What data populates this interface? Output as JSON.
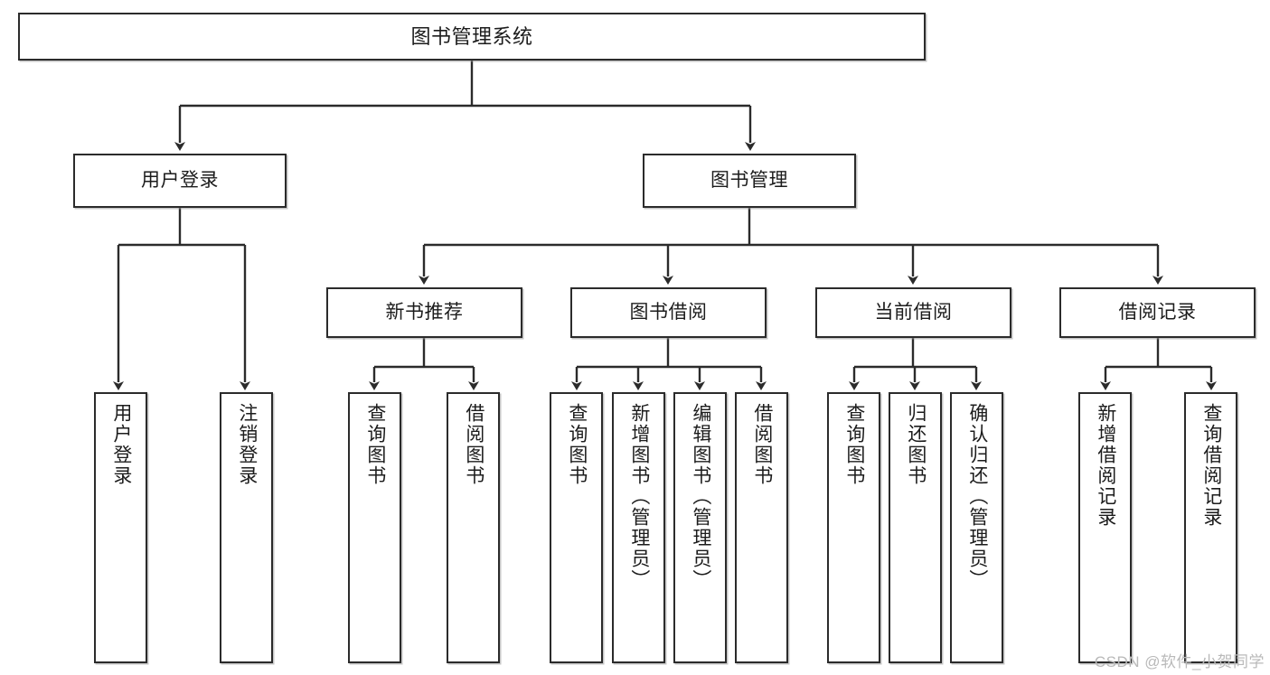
{
  "diagram": {
    "title": "图书管理系统",
    "type": "tree-hierarchy",
    "watermark": "CSDN @软件_小贺同学",
    "colors": {
      "box_border": "#2b2b2b",
      "box_fill": "#ffffff",
      "edge": "#2b2b2b",
      "background": "#ffffff",
      "watermark": "#b9b9b9"
    }
  },
  "root": {
    "label": "图书管理系统"
  },
  "level1": [
    {
      "id": "user-login",
      "label": "用户登录"
    },
    {
      "id": "book-manage",
      "label": "图书管理"
    }
  ],
  "level2": [
    {
      "id": "new-book-recommend",
      "label": "新书推荐",
      "parent": "book-manage"
    },
    {
      "id": "book-borrow",
      "label": "图书借阅",
      "parent": "book-manage"
    },
    {
      "id": "current-borrow",
      "label": "当前借阅",
      "parent": "book-manage"
    },
    {
      "id": "borrow-record",
      "label": "借阅记录",
      "parent": "book-manage"
    }
  ],
  "leaves": {
    "user_login": [
      {
        "id": "leaf-user-login",
        "label": "用户登录"
      },
      {
        "id": "leaf-logout-login",
        "label": "注销登录"
      }
    ],
    "new_book_recommend": [
      {
        "id": "leaf-query-book-1",
        "label": "查询图书"
      },
      {
        "id": "leaf-borrow-book-1",
        "label": "借阅图书"
      }
    ],
    "book_borrow": [
      {
        "id": "leaf-query-book-2",
        "label": "查询图书"
      },
      {
        "id": "leaf-add-book",
        "label": "新增图书（管理员）"
      },
      {
        "id": "leaf-edit-book",
        "label": "编辑图书（管理员）"
      },
      {
        "id": "leaf-borrow-book-2",
        "label": "借阅图书"
      }
    ],
    "current_borrow": [
      {
        "id": "leaf-query-book-3",
        "label": "查询图书"
      },
      {
        "id": "leaf-return-book",
        "label": "归还图书"
      },
      {
        "id": "leaf-confirm-return",
        "label": "确认归还（管理员）"
      }
    ],
    "borrow_record": [
      {
        "id": "leaf-add-borrow-record",
        "label": "新增借阅记录"
      },
      {
        "id": "leaf-query-borrow-record",
        "label": "查询借阅记录"
      }
    ]
  }
}
